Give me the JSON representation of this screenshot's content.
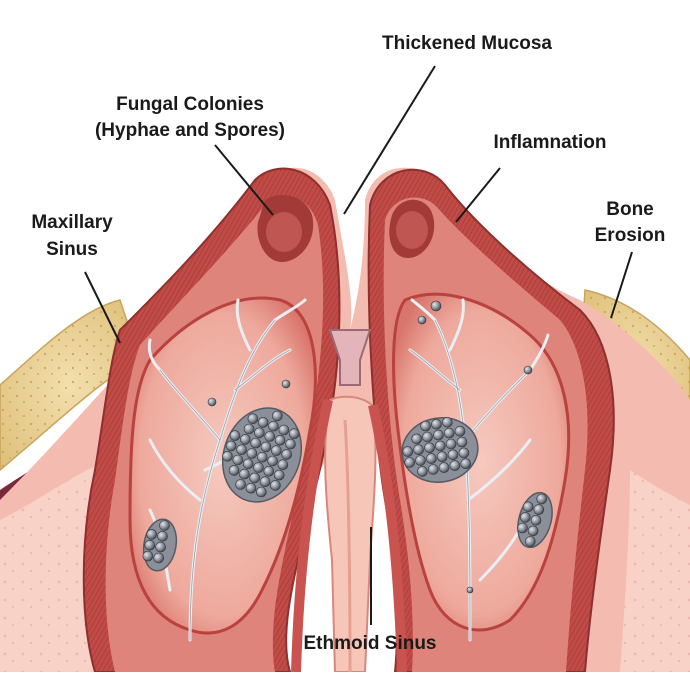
{
  "labels": {
    "thickened_mucosa": "Thickened Mucosa",
    "fungal_colonies_1": "Fungal Colonies",
    "fungal_colonies_2": "(Hyphae and Spores)",
    "inflammation": "Inflamnation",
    "maxillary_1": "Maxillary",
    "maxillary_2": "Sinus",
    "bone_1": "Bone",
    "bone_2": "Erosion",
    "ethmoid": "Ethmoid Sinus"
  },
  "colors": {
    "background": "#ffffff",
    "bone": "#ecd49a",
    "tissue_outer": "#f4b8ad",
    "mucosa": "#c9534e",
    "mucosa_dark": "#a63a37",
    "cavity": "#f2b7aa",
    "hyphae": "#e9eef5",
    "spores": "#6a6f79",
    "leader": "#1a1a1a"
  }
}
